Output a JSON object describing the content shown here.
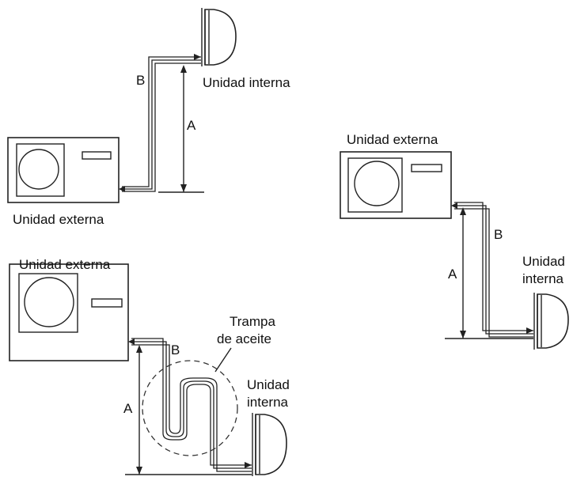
{
  "labels": {
    "unit_internal_top": "Unidad interna",
    "unit_external_top_left": "Unidad externa",
    "unit_external_right": "Unidad externa",
    "unit_internal_right_line1": "Unidad",
    "unit_internal_right_line2": "interna",
    "unit_external_bottom_left": "Unidad externa",
    "oil_trap_line1": "Trampa",
    "oil_trap_line2": "de aceite",
    "unit_internal_bottom_line1": "Unidad",
    "unit_internal_bottom_line2": "interna"
  },
  "dimensions": {
    "height": "A",
    "length": "B"
  }
}
